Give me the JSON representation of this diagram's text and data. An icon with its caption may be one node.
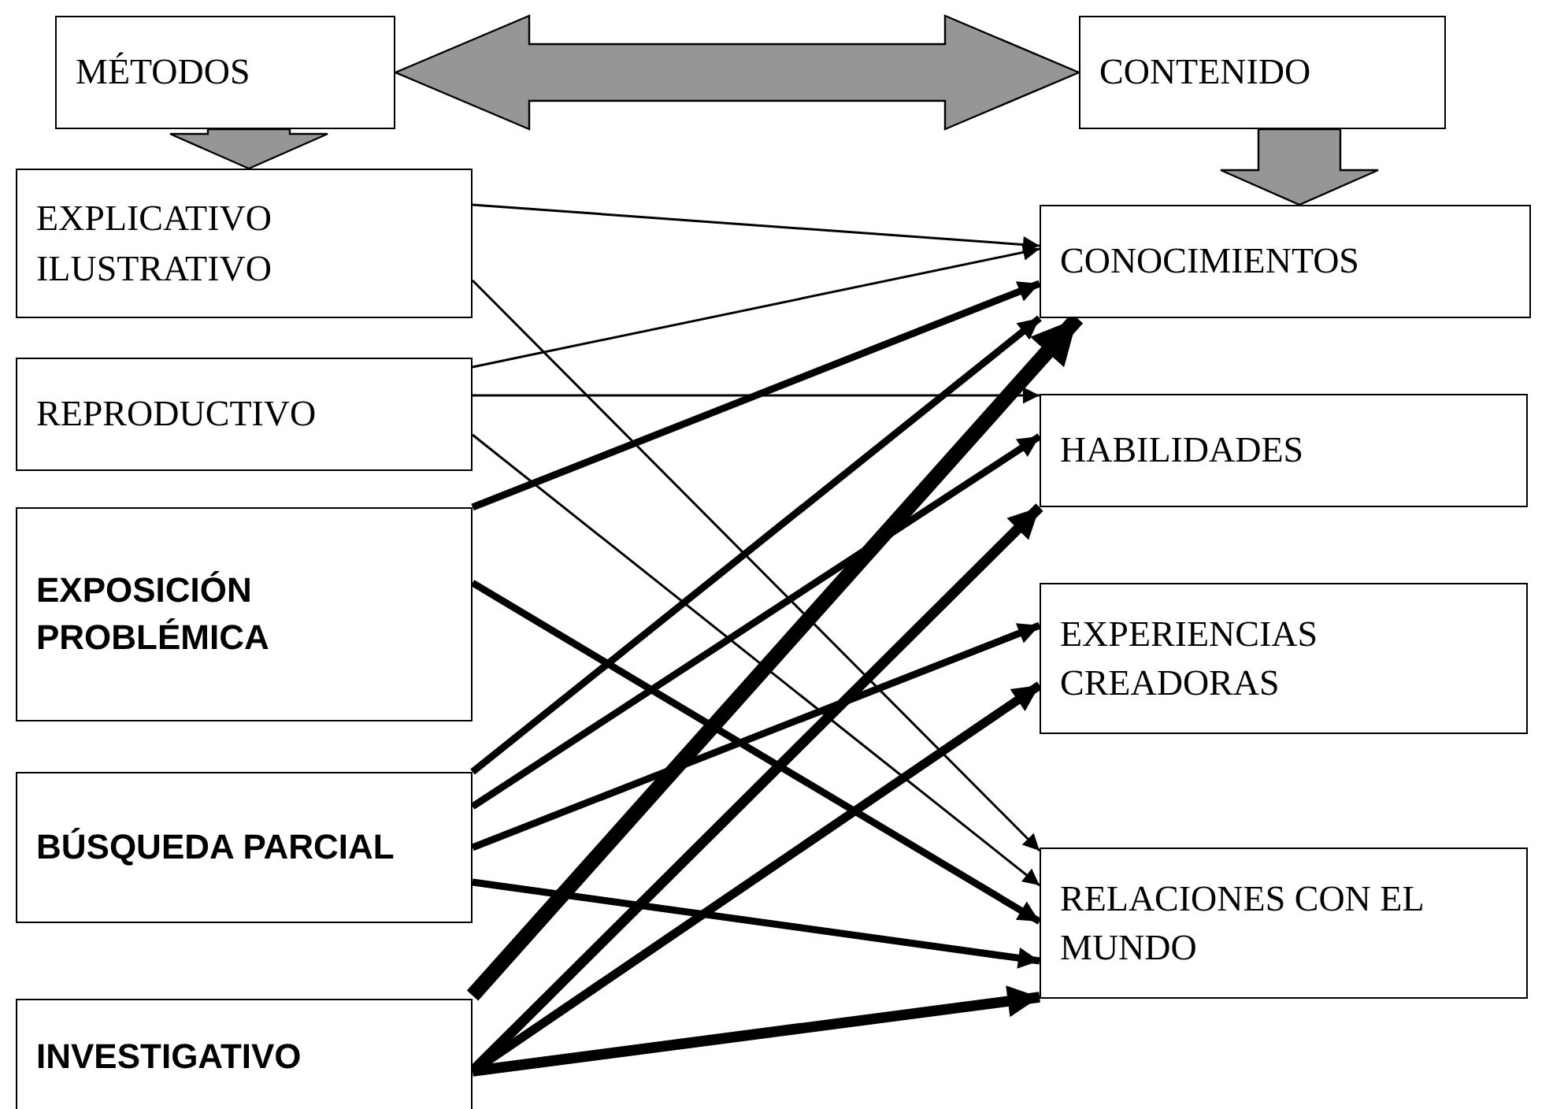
{
  "diagram": {
    "nodes": [
      {
        "text": [
          "MÉTODOS"
        ]
      },
      {
        "text": [
          "CONTENIDO"
        ]
      },
      {
        "text": [
          "EXPLICATIVO ILUSTRATIVO"
        ]
      },
      {
        "text": [
          "CONOCIMIENTOS"
        ]
      },
      {
        "text": [
          "REPRODUCTIVO"
        ]
      },
      {
        "text": [
          "HABILIDADES"
        ]
      },
      {
        "text": [
          "EXPOSICIÓN PROBLÉMICA"
        ]
      },
      {
        "text": [
          "EXPERIENCIAS CREADORAS"
        ]
      },
      {
        "text": [
          "BÚSQUEDA PARCIAL"
        ]
      },
      {
        "text": [
          "RELACIONES CON EL MUNDO"
        ]
      },
      {
        "text": [
          "INVESTIGATIVO"
        ]
      }
    ],
    "edges": [
      {
        "from": 0,
        "to": 1,
        "arrow": "both",
        "style": "thick",
        "color": "#969696"
      },
      {
        "from": 0,
        "to": 2,
        "arrow": "to",
        "style": "thick",
        "color": "#969696"
      },
      {
        "from": 1,
        "to": 3,
        "arrow": "to",
        "style": "thick",
        "color": "#969696"
      },
      {
        "from": 2,
        "to": 3,
        "arrow": "to"
      },
      {
        "from": 2,
        "to": 9,
        "arrow": "to"
      },
      {
        "from": 4,
        "to": 3,
        "arrow": "to"
      },
      {
        "from": 4,
        "to": 5,
        "arrow": "to"
      },
      {
        "from": 4,
        "to": 9,
        "arrow": "to"
      },
      {
        "from": 6,
        "to": 3,
        "arrow": "to"
      },
      {
        "from": 6,
        "to": 9,
        "arrow": "to"
      },
      {
        "from": 8,
        "to": 3,
        "arrow": "to"
      },
      {
        "from": 8,
        "to": 5,
        "arrow": "to"
      },
      {
        "from": 8,
        "to": 7,
        "arrow": "to"
      },
      {
        "from": 8,
        "to": 9,
        "arrow": "to"
      },
      {
        "from": 10,
        "to": 3,
        "arrow": "to",
        "style": "thick"
      },
      {
        "from": 10,
        "to": 5,
        "arrow": "to"
      },
      {
        "from": 10,
        "to": 7,
        "arrow": "to"
      },
      {
        "from": 10,
        "to": 9,
        "arrow": "to"
      }
    ]
  }
}
